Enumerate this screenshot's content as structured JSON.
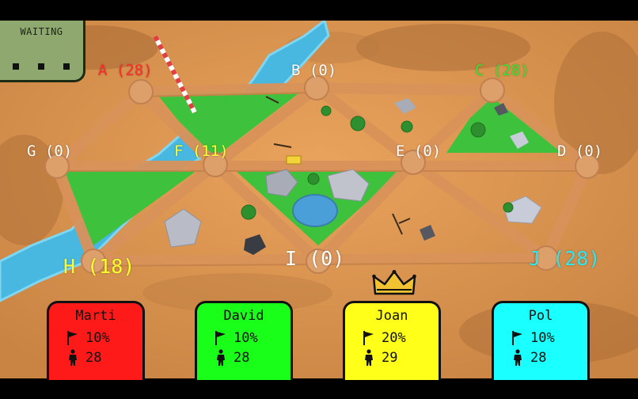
{
  "status": {
    "label": "WAITING",
    "dots": "..."
  },
  "nodes": [
    {
      "id": "A",
      "text": "A (28)",
      "color": "#ff2a2a"
    },
    {
      "id": "B",
      "text": "B (0)",
      "color": "#ffffff"
    },
    {
      "id": "C",
      "text": "C (28)",
      "color": "#32e832"
    },
    {
      "id": "G",
      "text": "G (0)",
      "color": "#ffffff"
    },
    {
      "id": "F",
      "text": "F (11)",
      "color": "#ffff30"
    },
    {
      "id": "E",
      "text": "E (0)",
      "color": "#ffffff"
    },
    {
      "id": "D",
      "text": "D (0)",
      "color": "#ffffff"
    },
    {
      "id": "H",
      "text": "H (18)",
      "color": "#ffff30"
    },
    {
      "id": "I",
      "text": "I (0)",
      "color": "#ffffff"
    },
    {
      "id": "J",
      "text": "J (28)",
      "color": "#2ee8f0"
    }
  ],
  "players": [
    {
      "name": "Marti",
      "percent": "10%",
      "troops": "28",
      "color": "#ff1a1a"
    },
    {
      "name": "David",
      "percent": "10%",
      "troops": "28",
      "color": "#1aff1a"
    },
    {
      "name": "Joan",
      "percent": "20%",
      "troops": "29",
      "color": "#ffff1a",
      "leader": true
    },
    {
      "name": "Pol",
      "percent": "10%",
      "troops": "28",
      "color": "#1affff"
    }
  ],
  "icons": {
    "flag": "flag-icon",
    "soldier": "soldier-icon",
    "crown": "crown-icon"
  }
}
